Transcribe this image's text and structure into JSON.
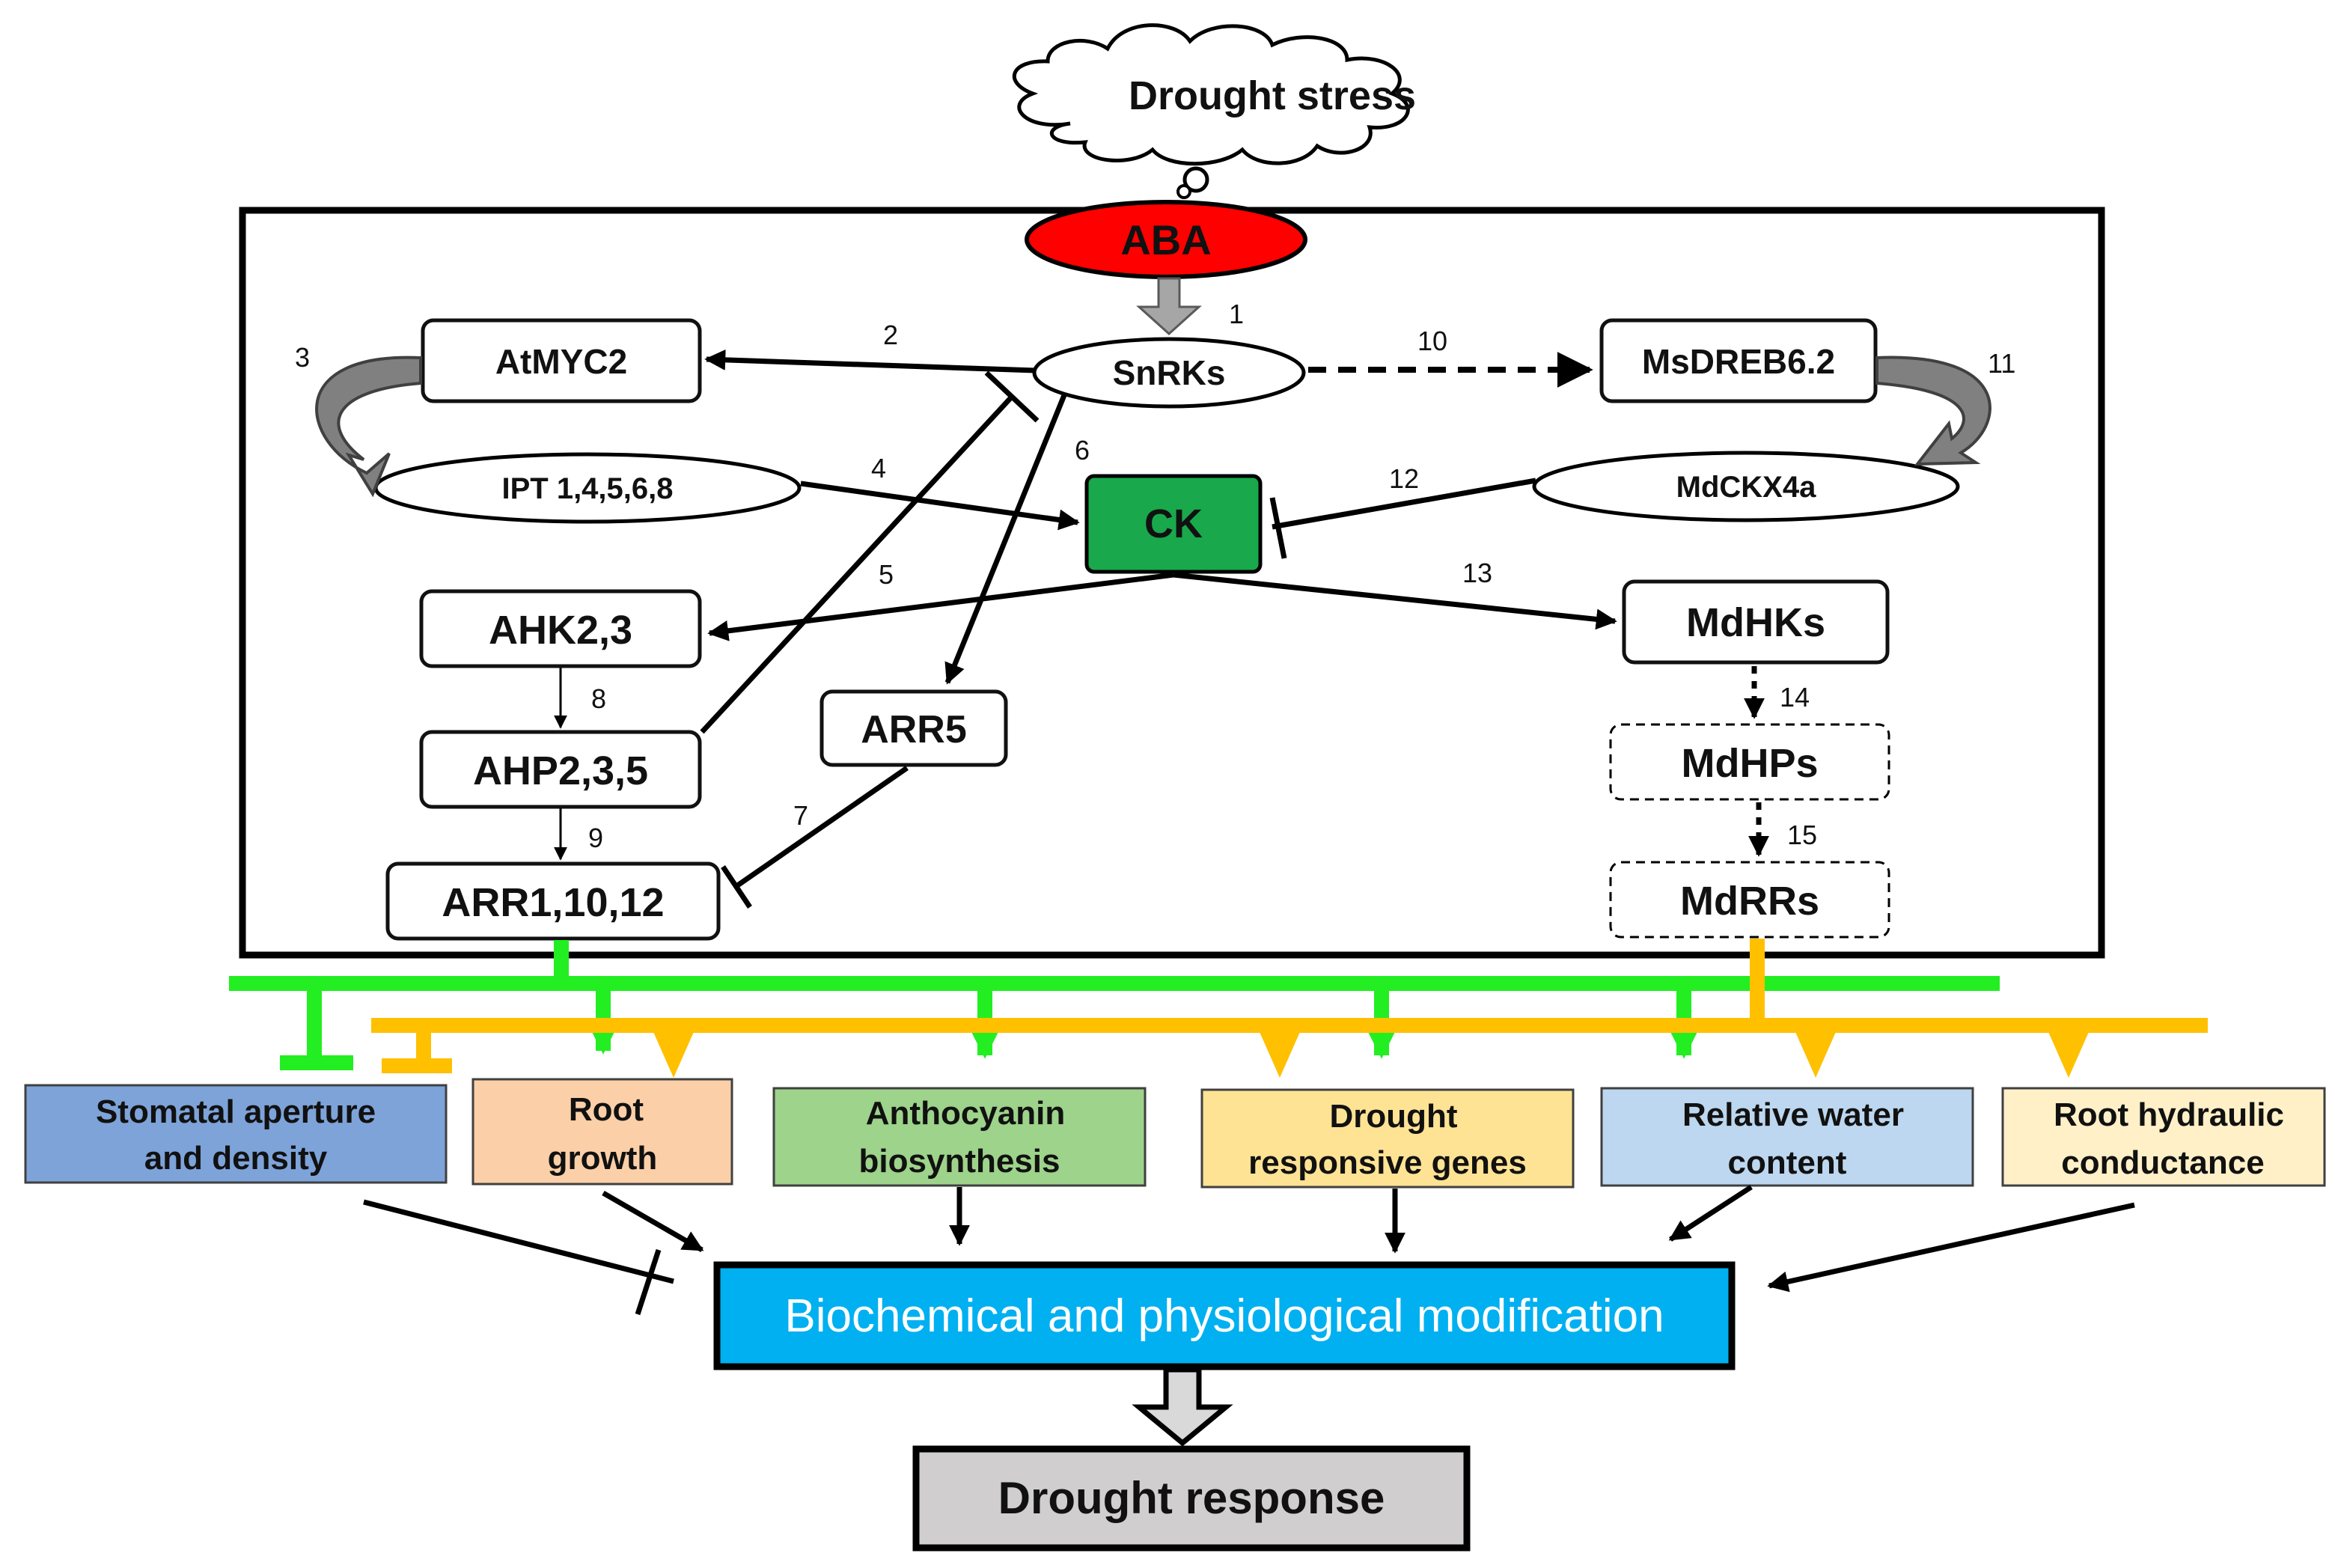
{
  "nodes": {
    "drought_stress": "Drought stress",
    "aba": "ABA",
    "snrks": "SnRKs",
    "atmyc2": "AtMYC2",
    "msdreb": "MsDREB6.2",
    "ipt": "IPT 1,4,5,6,8",
    "mdckx": "MdCKX4a",
    "ck": "CK",
    "ahk": "AHK2,3",
    "ahp": "AHP2,3,5",
    "arr5": "ARR5",
    "arr1": "ARR1,10,12",
    "mdhks": "MdHKs",
    "mdhps": "MdHPs",
    "mdrrs": "MdRRs"
  },
  "edge_numbers": [
    "1",
    "2",
    "3",
    "4",
    "5",
    "6",
    "7",
    "8",
    "9",
    "10",
    "11",
    "12",
    "13",
    "14",
    "15"
  ],
  "outcomes": [
    {
      "line1": "Stomatal aperture",
      "line2": "and density",
      "color": "#7da3d9"
    },
    {
      "line1": "Root",
      "line2": "growth",
      "color": "#fbcfa8"
    },
    {
      "line1": "Anthocyanin",
      "line2": "biosynthesis",
      "color": "#9dd38a"
    },
    {
      "line1": "Drought",
      "line2": "responsive genes",
      "color": "#ffe394"
    },
    {
      "line1": "Relative water",
      "line2": "content",
      "color": "#bcd7ef"
    },
    {
      "line1": "Root hydraulic",
      "line2": "conductance",
      "color": "#fff0c7"
    }
  ],
  "modification": "Biochemical and physiological modification",
  "response": "Drought response",
  "colors": {
    "aba": "#ff0000",
    "ck": "#19a84b",
    "modification": "#00b0f0",
    "response": "#d0cece",
    "green_line": "#22ee22",
    "gold_line": "#ffc000"
  }
}
